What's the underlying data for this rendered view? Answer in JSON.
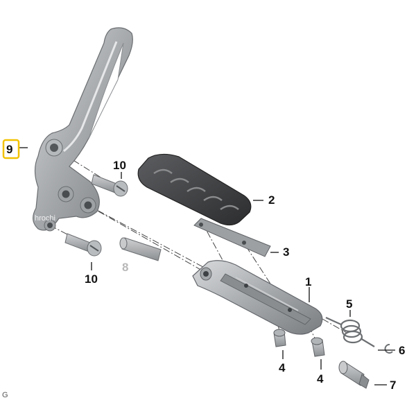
{
  "diagram": {
    "callouts": [
      {
        "id": "part-1",
        "label": "1"
      },
      {
        "id": "part-2",
        "label": "2"
      },
      {
        "id": "part-3",
        "label": "3"
      },
      {
        "id": "part-4a",
        "label": "4"
      },
      {
        "id": "part-4b",
        "label": "4"
      },
      {
        "id": "part-5",
        "label": "5"
      },
      {
        "id": "part-6",
        "label": "6"
      },
      {
        "id": "part-7",
        "label": "7"
      },
      {
        "id": "part-8",
        "label": "8"
      },
      {
        "id": "part-9",
        "label": "9"
      },
      {
        "id": "part-10a",
        "label": "10"
      },
      {
        "id": "part-10b",
        "label": "10"
      }
    ],
    "corner_letter": "G",
    "watermark": "hrochi",
    "colors": {
      "metal": "#a9acaf",
      "metal_dark": "#6d7074",
      "metal_light": "#d4d6d8",
      "rubber": "#3f4042",
      "highlight_box": "#f2c200"
    }
  }
}
